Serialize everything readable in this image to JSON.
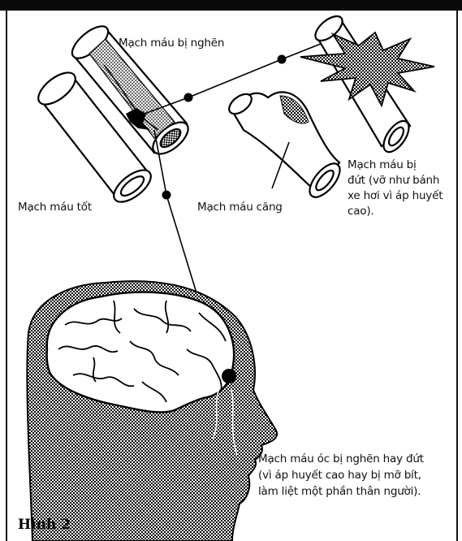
{
  "labels": {
    "blocked": "Mạch máu bị nghẽn",
    "good": "Mạch máu tốt",
    "stretched": "Mạch máu căng",
    "burst_1": "Mạch máu bị",
    "burst_2": "đứt (vỡ như bánh",
    "burst_3": "xe hơi vì áp huyết",
    "burst_4": "cao).",
    "brain_1": "Mạch máu óc bị nghẽn hay đứt",
    "brain_2": "(vì áp huyết cao hay bị mỡ bít,",
    "brain_3": "làm liệt một phần thân người)."
  },
  "caption": "Hình 2"
}
